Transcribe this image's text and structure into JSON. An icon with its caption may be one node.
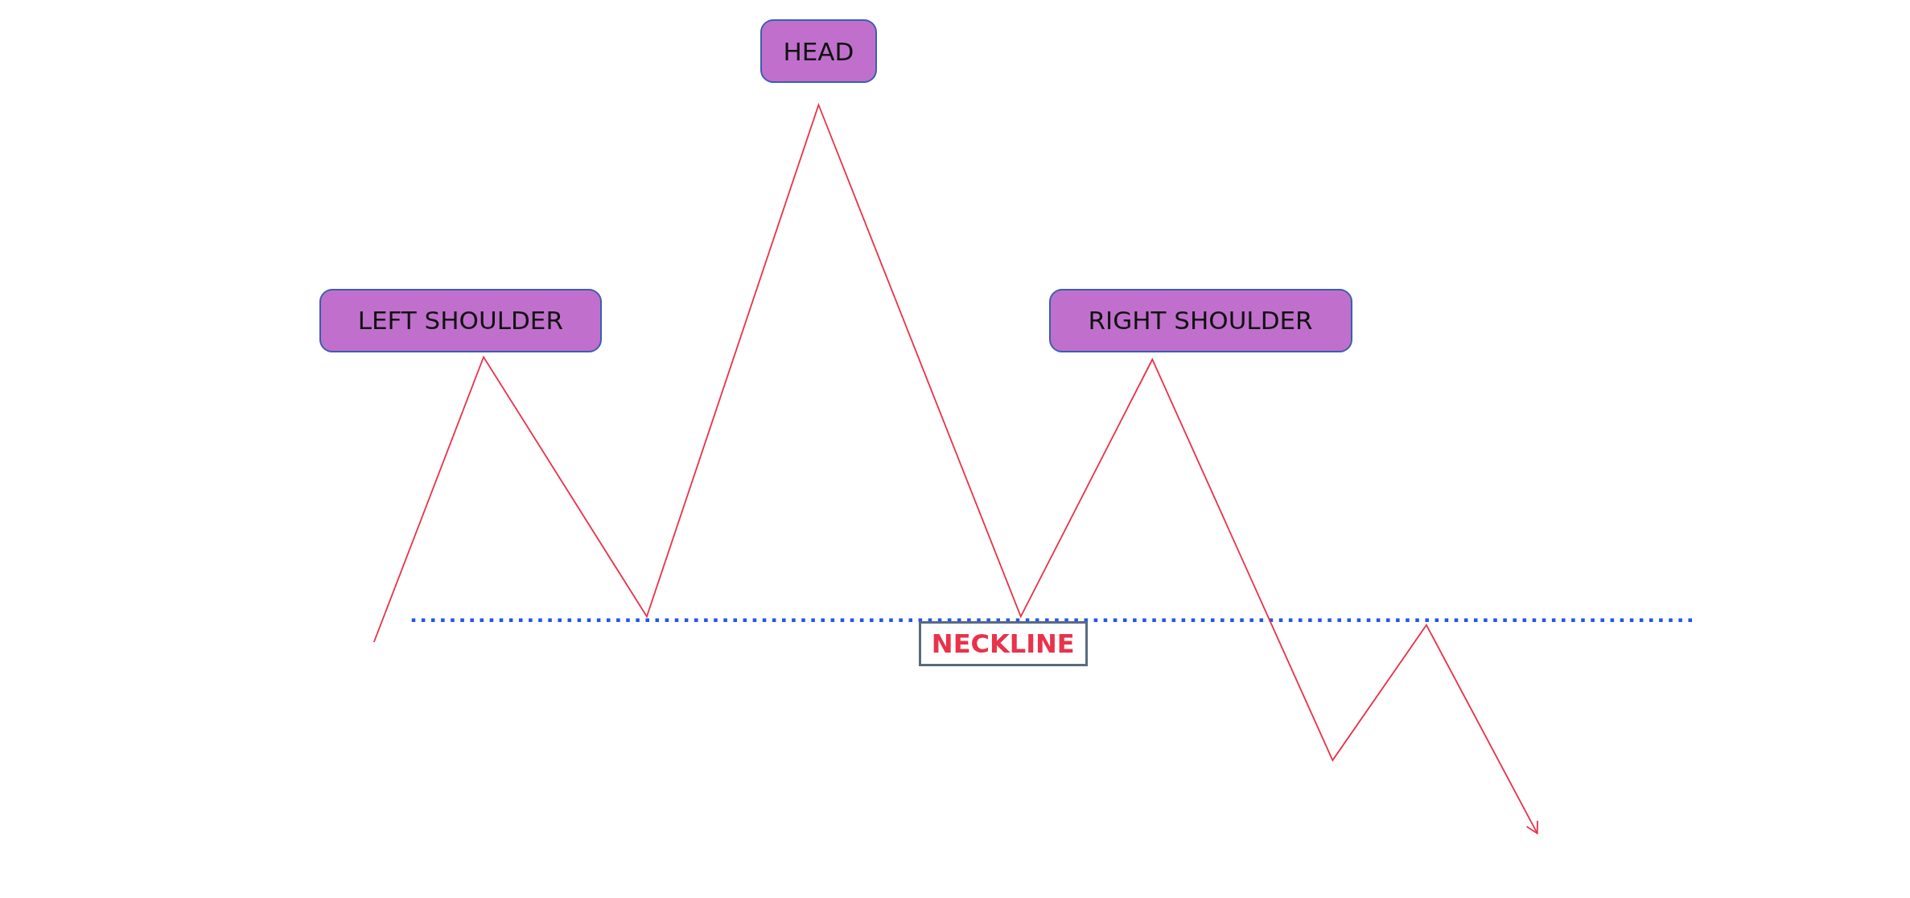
{
  "diagram": {
    "nodes": [
      {
        "text": [
          "HEAD"
        ]
      },
      {
        "text": [
          "LEFT SHOULDER"
        ]
      },
      {
        "text": [
          "RIGHT SHOULDER"
        ]
      },
      {
        "text": [
          "NECKLINE"
        ]
      }
    ]
  }
}
